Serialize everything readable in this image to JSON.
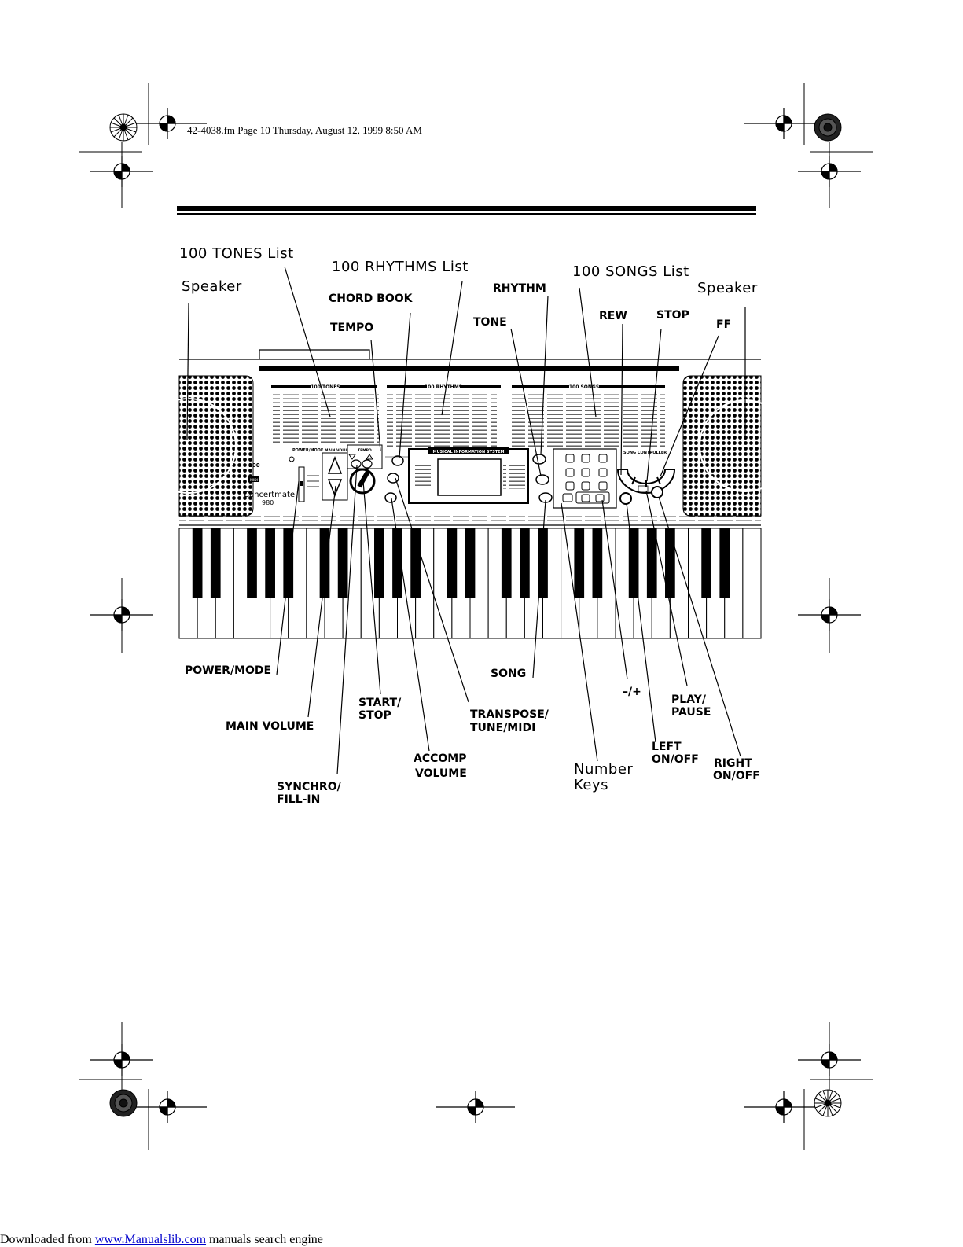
{
  "header": {
    "file_info": "42-4038.fm  Page 10  Thursday, August 12, 1999  8:50 AM"
  },
  "labels": {
    "tones_list": "100 TONES List",
    "rhythms_list": "100 RHYTHMS List",
    "songs_list": "100 SONGS List",
    "speaker_left": "Speaker",
    "speaker_right": "Speaker",
    "chord_book": "CHORD BOOK",
    "tempo": "TEMPO",
    "rhythm": "RHYTHM",
    "tone": "TONE",
    "rew": "REW",
    "stop": "STOP",
    "ff": "FF",
    "power_mode": "POWER/MODE",
    "main_volume": "MAIN VOLUME",
    "synchro_1": "SYNCHRO/",
    "synchro_2": "FILL-IN",
    "start_1": "START/",
    "start_2": "STOP",
    "accomp_1": "ACCOMP",
    "accomp_2": "VOLUME",
    "transpose_1": "TRANSPOSE/",
    "transpose_2": "TUNE/MIDI",
    "song": "SONG",
    "minus_plus": "–/+",
    "number_1": "Number",
    "number_2": "Keys",
    "play_1": "PLAY/",
    "play_2": "PAUSE",
    "left_1": "LEFT",
    "left_2": "ON/OFF",
    "right_1": "RIGHT",
    "right_2": "ON/OFF"
  },
  "keyboard": {
    "brand": "Concertmate",
    "model": "980",
    "midi": "MIDI",
    "display_title": "MUSICAL INFORMATION SYSTEM",
    "section_tones": "100 TONES",
    "section_rhythms": "100 RHYTHMS",
    "section_songs": "100 SONGS",
    "song_controller": "SONG CONTROLLER",
    "main_volume_panel": "MAIN VOLUME",
    "tempo_panel": "TEMPO",
    "power_mode_panel": "POWER/MODE"
  },
  "footer": {
    "prefix": "Downloaded from ",
    "link": "www.Manualslib.com",
    "suffix": "  manuals search engine"
  }
}
